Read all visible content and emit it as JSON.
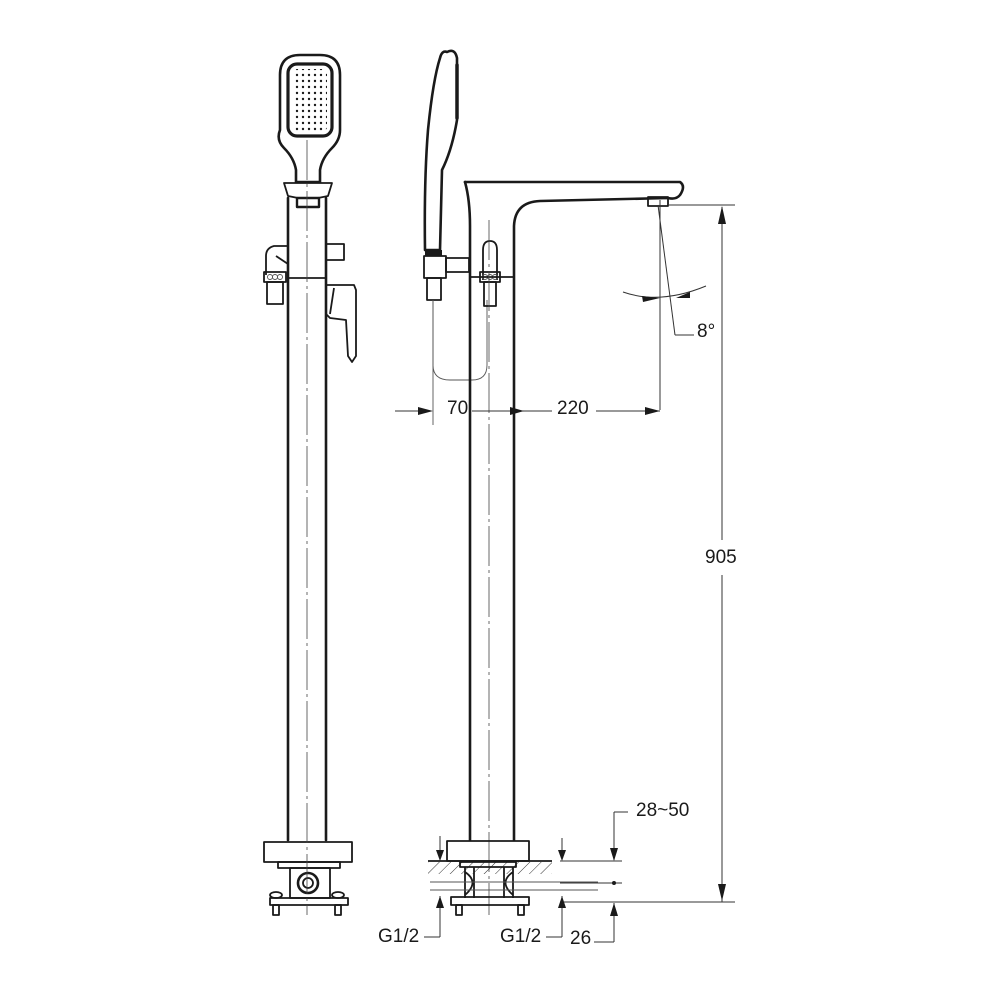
{
  "drawing": {
    "subject": "Freestanding bath mixer with hand shower",
    "views": [
      "front-view",
      "side-view"
    ],
    "colors": {
      "line": "#1a1a1a",
      "dimension": "#333333",
      "background": "#ffffff"
    }
  },
  "dimensions": {
    "hand_shower_offset": "70",
    "spout_reach": "220",
    "spout_angle": "8°",
    "total_height": "905",
    "floor_thickness": "28~50",
    "base_height": "26",
    "inlet_left": "G1/2",
    "inlet_right": "G1/2"
  }
}
